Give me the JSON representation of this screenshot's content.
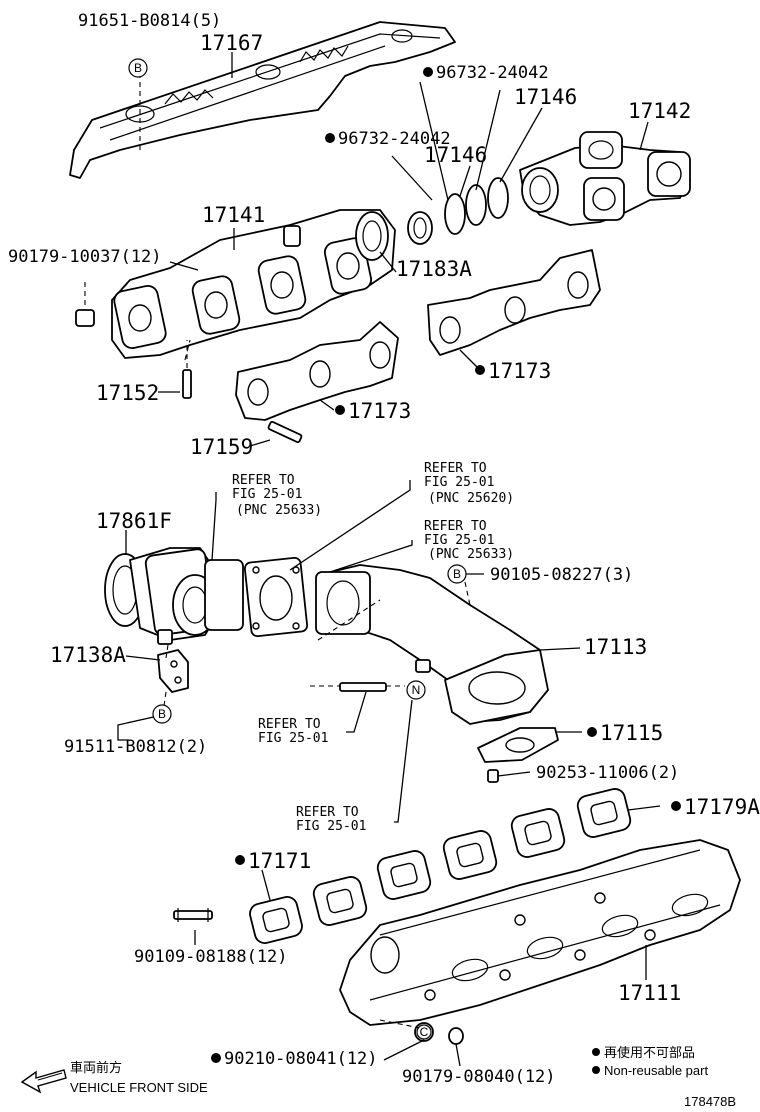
{
  "callouts": {
    "p91651": "91651-B0814(5)",
    "p17167": "17167",
    "p96732a": "96732-24042",
    "p17146a": "17146",
    "p17142": "17142",
    "p96732b": "96732-24042",
    "p17146b": "17146",
    "p17141": "17141",
    "p90179a": "90179-10037(12)",
    "p17183A": "17183A",
    "p17173a": "17173",
    "p17152": "17152",
    "p17173b": "17173",
    "p17159": "17159",
    "p17861F": "17861F",
    "p90105": "90105-08227(3)",
    "p17113": "17113",
    "p17138A": "17138A",
    "p91511": "91511-B0812(2)",
    "p17115": "17115",
    "p90253": "90253-11006(2)",
    "p17179A": "17179A",
    "p17171": "17171",
    "p90109": "90109-08188(12)",
    "p17111": "17111",
    "p90210": "90210-08041(12)",
    "p90179b": "90179-08040(12)"
  },
  "refs": {
    "ref1_line1": "REFER TO",
    "ref1_line2": "FIG 25-01",
    "ref1_line3": "(PNC 25633)",
    "ref2_line1": "REFER TO",
    "ref2_line2": "FIG 25-01",
    "ref2_line3": "(PNC 25620)",
    "ref3_line1": "REFER TO",
    "ref3_line2": "FIG 25-01",
    "ref3_line3": "(PNC 25633)",
    "ref4_line1": "REFER TO",
    "ref4_line2": "FIG 25-01",
    "ref5_line1": "REFER TO",
    "ref5_line2": "FIG 25-01"
  },
  "markers": {
    "b": "B",
    "n": "N",
    "c": "C"
  },
  "legend": {
    "jp": "再使用不可部品",
    "en": "Non-reusable part"
  },
  "direction": {
    "jp": "車両前方",
    "en": "VEHICLE FRONT SIDE"
  },
  "figure_id": "178478B"
}
